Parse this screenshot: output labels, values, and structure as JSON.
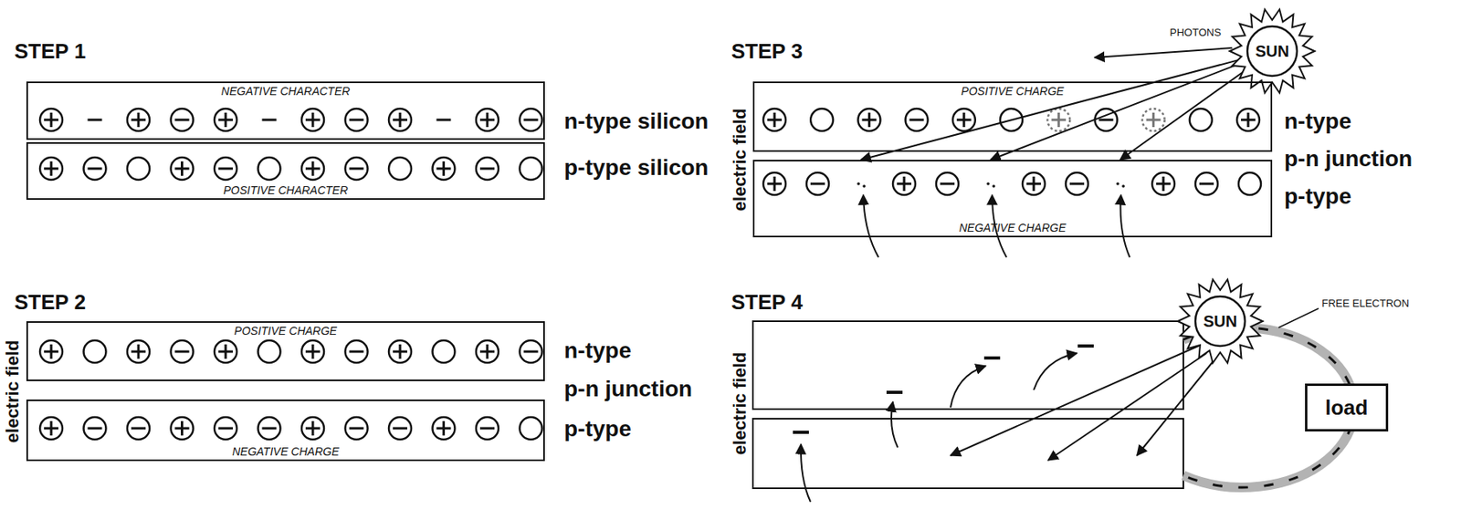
{
  "diagram": {
    "nodes": [
      {
        "text": [
          "NEGATIVE CHARACTER"
        ]
      },
      {
        "text": [
          "POSITIVE CHARACTER"
        ]
      },
      {
        "text": [
          "POSITIVE CHARGE"
        ]
      },
      {
        "text": [
          "NEGATIVE CHARGE"
        ]
      },
      {
        "text": [
          "SUN"
        ]
      },
      {
        "text": [
          "POSITIVE CHARGE"
        ]
      },
      {
        "text": [
          "NEGATIVE CHARGE"
        ]
      },
      {
        "text": [
          "SUN"
        ]
      },
      {
        "text": [
          "load"
        ]
      }
    ],
    "edges": [
      {
        "from": 4,
        "to": 6,
        "arrow": "to"
      },
      {
        "from": 4,
        "to": 6,
        "arrow": "to"
      },
      {
        "from": 4,
        "to": 6,
        "arrow": "to"
      }
    ],
    "labels": [
      "STEP 1",
      "n-type silicon",
      "p-type silicon",
      "STEP 2",
      "electric field",
      "n-type",
      "p-n junction",
      "p-type",
      "STEP 3",
      "PHOTONS",
      "electric field",
      "n-type",
      "p-n junction",
      "p-type",
      "STEP 4",
      "electric field",
      "FREE ELECTRON"
    ]
  }
}
